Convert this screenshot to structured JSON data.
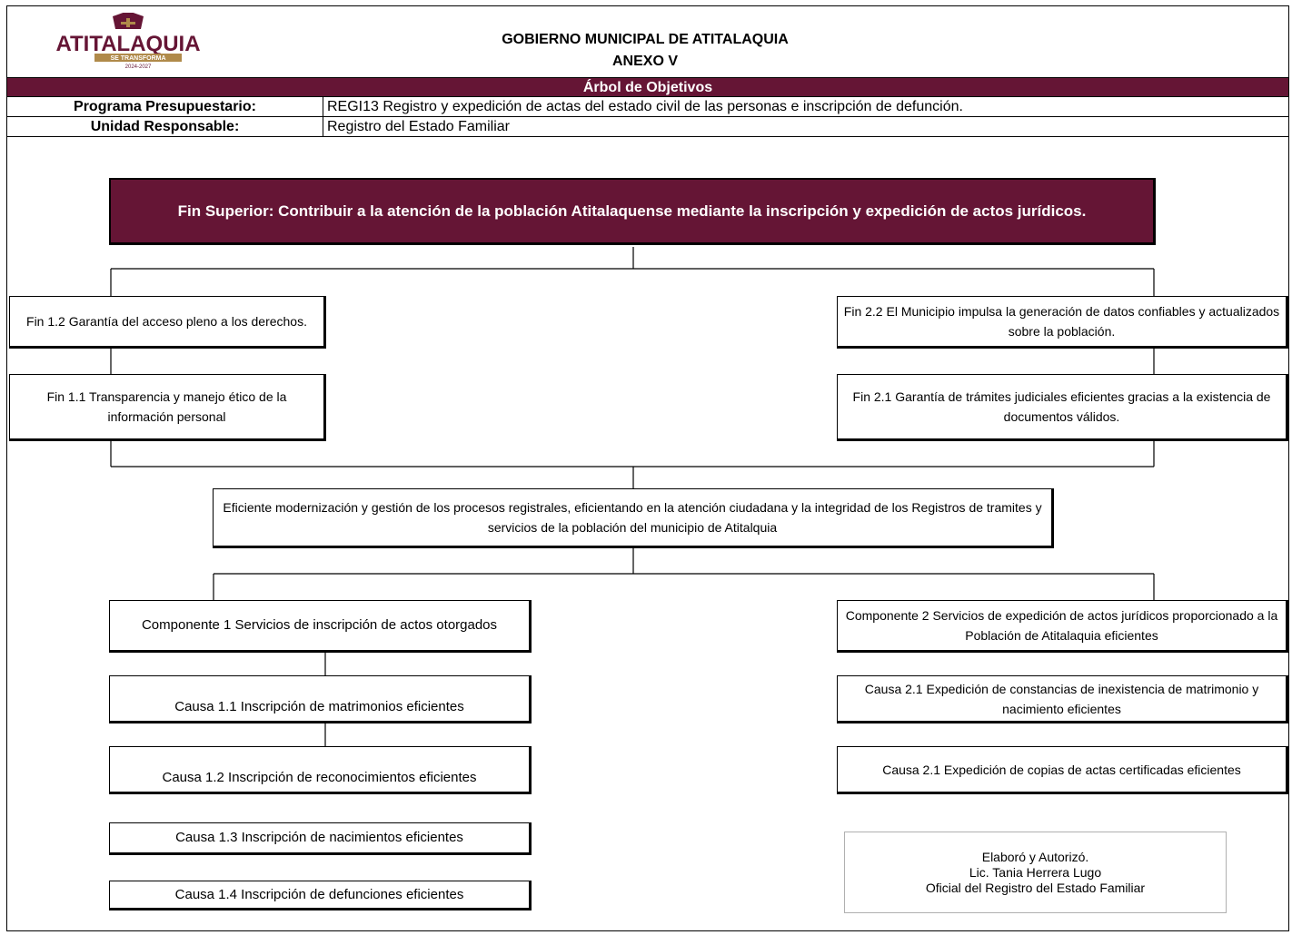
{
  "header": {
    "title": "GOBIERNO MUNICIPAL DE ATITALAQUIA",
    "subtitle": "ANEXO V",
    "band": "Árbol de Objetivos"
  },
  "logo": {
    "name": "ATITALAQUIA",
    "tagline": "SE TRANSFORMA",
    "years": "2024-2027",
    "colors": {
      "brand": "#651535",
      "gold": "#b08a4a"
    }
  },
  "program": {
    "label": "Programa Presupuestario:",
    "value": "REGI13 Registro y expedición de actas del estado civil de las personas e inscripción de defunción."
  },
  "unit": {
    "label": "Unidad Responsable:",
    "value": "Registro del Estado Familiar"
  },
  "tree": {
    "fin_superior": "Fin Superior: Contribuir a la atención de la población Atitalaquense mediante la inscripción y expedición de actos jurídicos.",
    "fin_1_2": "Fin 1.2 Garantía del acceso pleno a los derechos.",
    "fin_1_1": "Fin 1.1 Transparencia y manejo ético de la información personal",
    "fin_2_2": "Fin 2.2 El Municipio impulsa la generación de datos confiables y actualizados sobre la población.",
    "fin_2_1": "Fin 2.1 Garantía de trámites judiciales eficientes gracias a la existencia de documentos válidos.",
    "proposito": "Eficiente modernización y gestión de los procesos registrales,  eficientando en la atención ciudadana y la integridad de los Registros de tramites y servicios de la población del municipio de Atitalquia",
    "componente_1": "Componente 1 Servicios de inscripción de actos otorgados",
    "componente_2": "Componente 2 Servicios de expedición de actos jurídicos proporcionado a la Población de Atitalaquia eficientes",
    "causa_1_1": "Causa 1.1 Inscripción de matrimonios eficientes",
    "causa_1_2": "Causa 1.2  Inscripción de reconocimientos eficientes",
    "causa_1_3": "Causa 1.3 Inscripción de nacimientos eficientes",
    "causa_1_4": "Causa 1.4 Inscripción de defunciones eficientes",
    "causa_2_1a": "Causa 2.1 Expedición de constancias de inexistencia de matrimonio y nacimiento eficientes",
    "causa_2_1b": "Causa 2.1  Expedición de copias de actas certificadas eficientes"
  },
  "signature": {
    "line1": "Elaboró y Autorizó.",
    "line2": "Lic. Tania  Herrera  Lugo",
    "line3": "Oficial del Registro del Estado Familiar"
  }
}
